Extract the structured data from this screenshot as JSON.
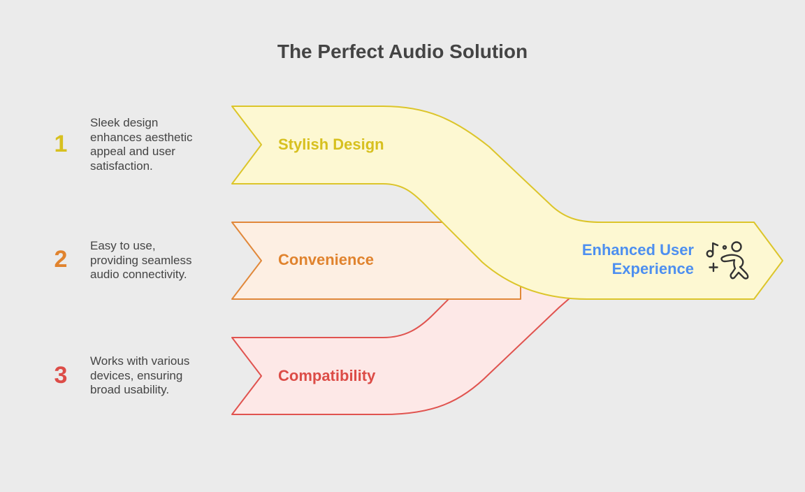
{
  "title": "The Perfect Audio Solution",
  "colors": {
    "background": "#ebebeb",
    "title_text": "#444444",
    "body_text": "#444444",
    "icon_stroke": "#333333"
  },
  "steps": [
    {
      "number": "1",
      "label": "Stylish Design",
      "description_lines": [
        "Sleek design",
        "enhances aesthetic",
        "appeal and user",
        "satisfaction."
      ],
      "stroke": "#dcc52a",
      "fill": "#fdf8d2",
      "text": "#d7c01f"
    },
    {
      "number": "2",
      "label": "Convenience",
      "description_lines": [
        "Easy to use,",
        "providing seamless",
        "audio connectivity."
      ],
      "stroke": "#e1883a",
      "fill": "#fdefe3",
      "text": "#e0832e"
    },
    {
      "number": "3",
      "label": "Compatibility",
      "description_lines": [
        "Works with various",
        "devices, ensuring",
        "broad usability."
      ],
      "stroke": "#e0534f",
      "fill": "#fde8e7",
      "text": "#dc4c47"
    }
  ],
  "result": {
    "label_lines": [
      "Enhanced User",
      "Experience"
    ],
    "color": "#4d8ff0",
    "icon": "music-dance-icon"
  }
}
